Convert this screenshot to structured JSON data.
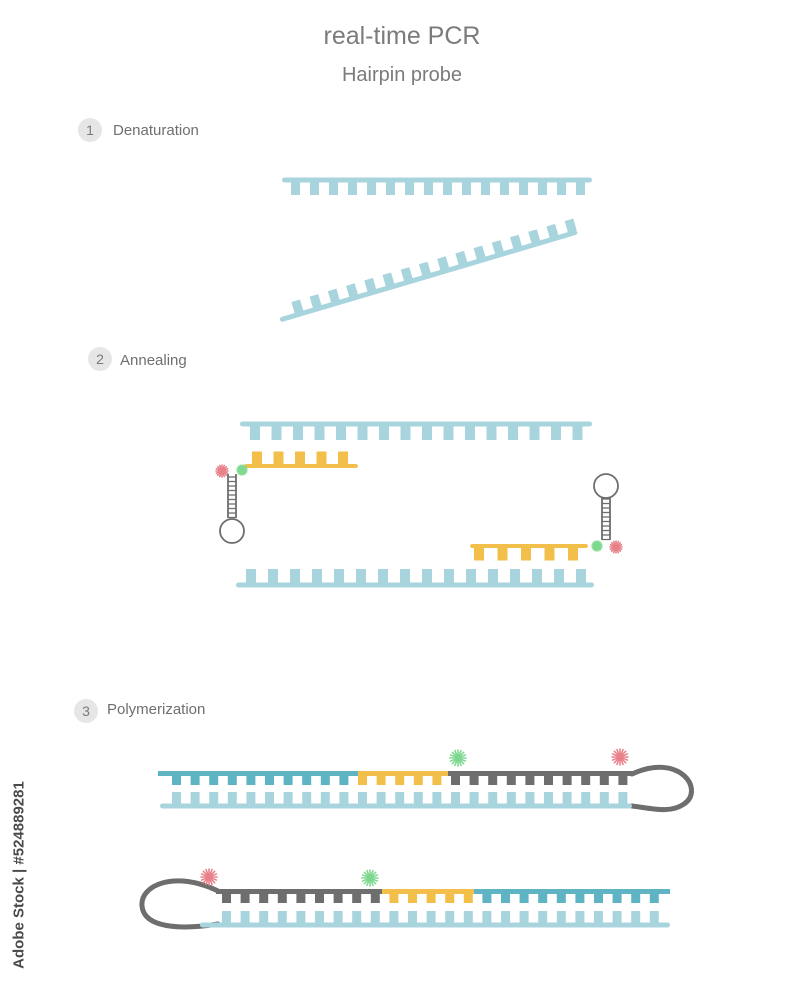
{
  "title": "real-time PCR",
  "subtitle": "Hairpin probe",
  "steps": [
    {
      "number": "1",
      "label": "Denaturation"
    },
    {
      "number": "2",
      "label": "Annealing"
    },
    {
      "number": "3",
      "label": "Polymerization"
    }
  ],
  "side_text": "Adobe Stock | #524889281",
  "colors": {
    "template_strand": "#a8d5dd",
    "new_strand": "#5fb4c4",
    "primer": "#f2c04a",
    "probe": "#6e6e6e",
    "reporter": "#7ed88f",
    "quencher": "#e8828a"
  }
}
